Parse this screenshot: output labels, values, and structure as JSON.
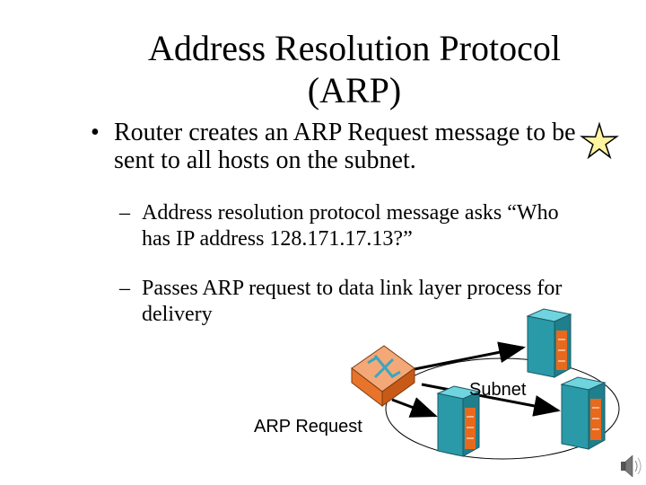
{
  "slide": {
    "title_line1": "Address Resolution Protocol",
    "title_line2": "(ARP)",
    "bullet_marker": "•",
    "bullet_text": "Router creates an ARP Request message to be sent to all hosts on the subnet.",
    "sub_marker": "–",
    "sub_items": [
      {
        "text": "Address resolution protocol message asks “Who has IP address 128.171.17.13?”"
      },
      {
        "text": "Passes ARP request to data link layer process for delivery"
      }
    ]
  },
  "diagram": {
    "subnet_label": "Subnet",
    "arp_label": "ARP Request",
    "icons": [
      "star-icon",
      "router-icon",
      "server-icon",
      "speaker-icon"
    ],
    "colors": {
      "server_face": "#2a9aa8",
      "server_side": "#6fd4dd",
      "server_panel": "#e8681c",
      "router_face": "#e8742c",
      "router_top": "#f4a878",
      "star_fill": "#fff4a0"
    }
  }
}
